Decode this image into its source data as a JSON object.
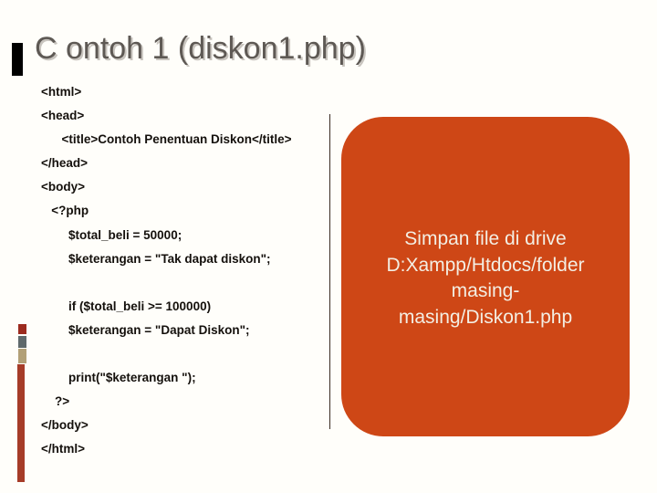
{
  "slide": {
    "title": "C ontoh 1 (diskon1.php)",
    "background_color": "#fffefa"
  },
  "code": {
    "lines": [
      "<html>",
      "<head>",
      "      <title>Contoh Penentuan Diskon</title>",
      "</head>",
      "<body>",
      "   <?php",
      "        $total_beli = 50000;",
      "        $keterangan = \"Tak dapat diskon\";",
      "",
      "        if ($total_beli >= 100000)",
      "        $keterangan = \"Dapat Diskon\";",
      "",
      "        print(\"$keterangan \");",
      "    ?>",
      "</body>",
      "</html>"
    ],
    "text_color": "#14100c"
  },
  "note_box": {
    "lines": [
      "Simpan file di drive",
      "D:Xampp/Htdocs/folder",
      "masing-",
      "masing/Diskon1.php"
    ],
    "background_color": "#ce4716",
    "text_color": "#f3eee3"
  },
  "decor": {
    "title_bullet_color": "#000000",
    "divider_line_color": "#3a2c22",
    "square_red_color": "#9c2b1e",
    "square_gray_color": "#5f696b",
    "square_tan_color": "#b2a077",
    "bar_red_color": "#a63c28",
    "title_text_color": "#5e5954"
  }
}
